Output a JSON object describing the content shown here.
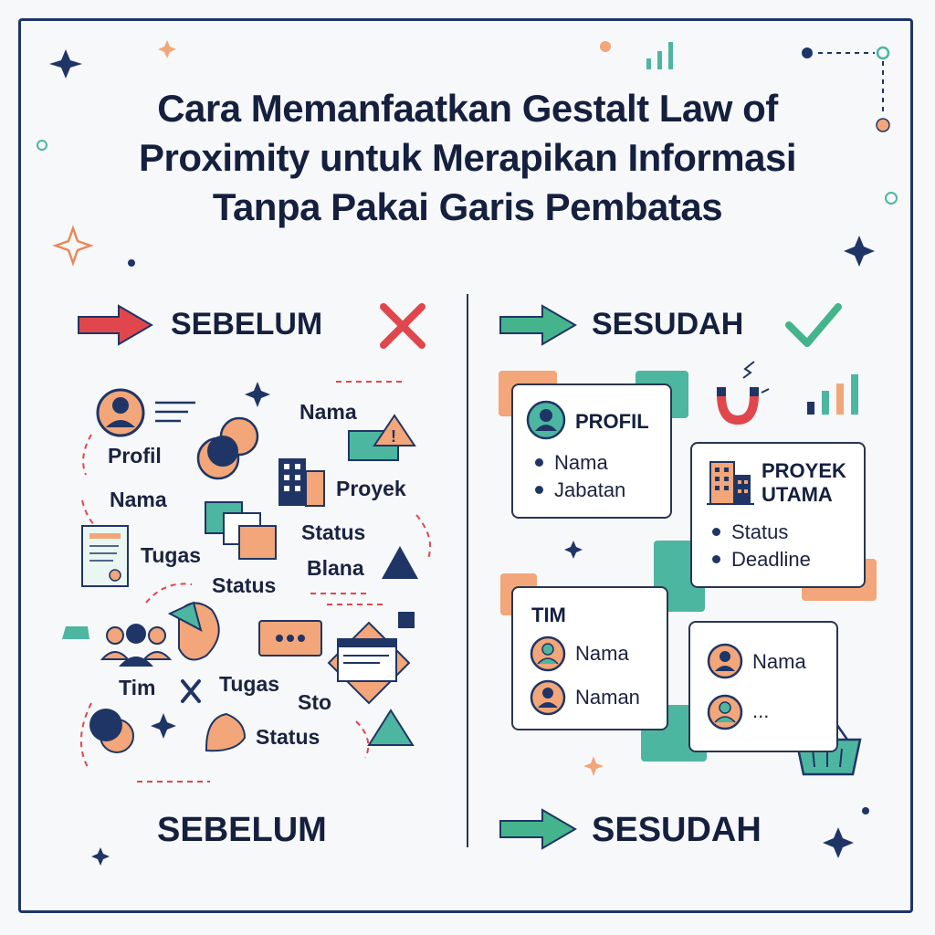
{
  "title": {
    "line1": "Cara Memanfaatkan Gestalt Law of",
    "line2": "Proximity untuk Merapikan Informasi",
    "line3": "Tanpa Pakai Garis Pembatas"
  },
  "before": {
    "heading": "SEBELUM",
    "footer": "SEBELUM",
    "labels": {
      "profil": "Profil",
      "nama1": "Nama",
      "nama2": "Nama",
      "proyek": "Proyek",
      "status1": "Status",
      "blana": "Blana",
      "tugas1": "Tugas",
      "status2": "Status",
      "tim": "Tim",
      "tugas2": "Tugas",
      "sto": "Sto",
      "status3": "Status"
    }
  },
  "after": {
    "heading": "SESUDAH",
    "footer": "SESUDAH",
    "profil_card": {
      "title": "PROFIL",
      "items": [
        "Nama",
        "Jabatan"
      ]
    },
    "proyek_card": {
      "title_line1": "PROYEK",
      "title_line2": "UTAMA",
      "items": [
        "Status",
        "Deadline"
      ]
    },
    "tim_card": {
      "title": "TIM",
      "members": [
        "Nama",
        "Naman"
      ]
    },
    "extra_card": {
      "members": [
        "Nama",
        "..."
      ]
    }
  },
  "colors": {
    "navy": "#1f3566",
    "orange": "#f2a679",
    "teal": "#4db6a0",
    "red": "#e0474c",
    "green": "#45b48c"
  }
}
